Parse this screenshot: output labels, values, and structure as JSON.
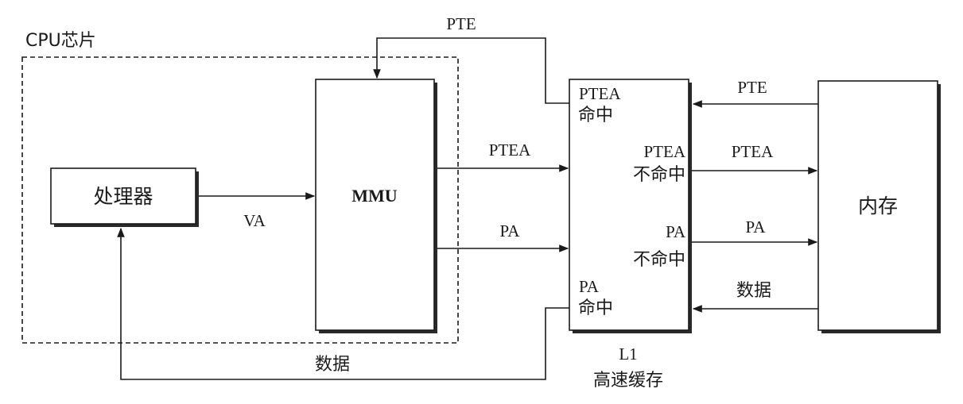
{
  "chip_label": "CPU芯片",
  "blocks": {
    "processor": "处理器",
    "mmu": "MMU",
    "memory": "内存",
    "l1_cache": [
      "L1",
      "高速缓存"
    ]
  },
  "cache_zones": {
    "ptea_hit": [
      "PTEA",
      "命中"
    ],
    "ptea_miss": [
      "PTEA",
      "不命中"
    ],
    "pa_miss": [
      "PA",
      "不命中"
    ],
    "pa_hit": [
      "PA",
      "命中"
    ]
  },
  "edges": [
    {
      "from": "processor",
      "to": "mmu",
      "label": "VA"
    },
    {
      "from": "mmu",
      "to": "l1_cache",
      "label": "PTEA"
    },
    {
      "from": "mmu",
      "to": "l1_cache",
      "label": "PA"
    },
    {
      "from": "l1_cache",
      "to": "mmu",
      "label": "PTE"
    },
    {
      "from": "l1_cache",
      "to": "memory",
      "label": "PTEA"
    },
    {
      "from": "l1_cache",
      "to": "memory",
      "label": "PA"
    },
    {
      "from": "memory",
      "to": "l1_cache",
      "label": "PTE"
    },
    {
      "from": "memory",
      "to": "l1_cache",
      "label": "数据"
    },
    {
      "from": "l1_cache",
      "to": "processor",
      "label": "数据"
    }
  ]
}
